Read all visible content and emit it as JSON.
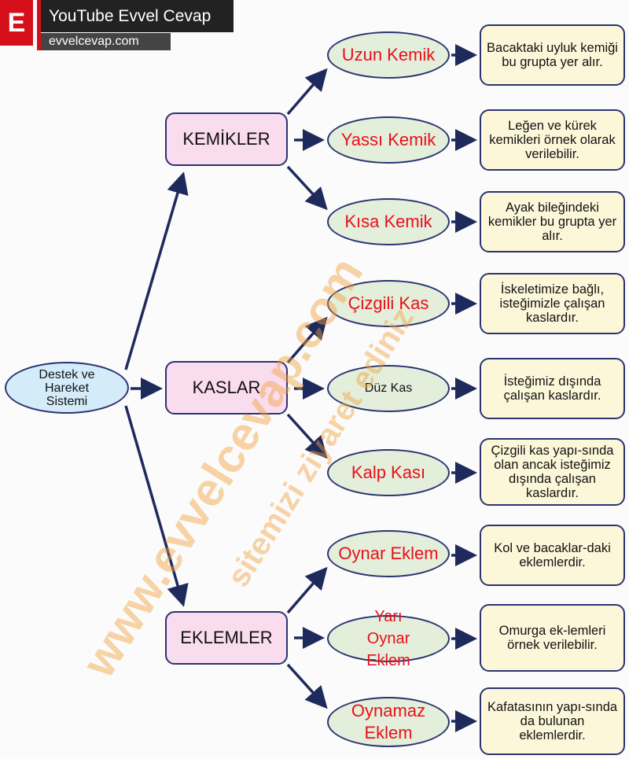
{
  "header": {
    "logo_letter": "E",
    "title": "YouTube Evvel Cevap",
    "site": "evvelcevap.com"
  },
  "watermark": {
    "line1": "www.evvelcevap.com",
    "line2": "sitemizi ziyaret ediniz"
  },
  "root": "Destek ve Hareket Sistemi",
  "categories": [
    {
      "label": "KEMİKLER",
      "items": [
        {
          "name": "Uzun Kemik",
          "desc": "Bacaktaki uyluk kemiği bu grupta yer alır."
        },
        {
          "name": "Yassı Kemik",
          "desc": "Leğen ve kürek kemikleri örnek olarak verilebilir."
        },
        {
          "name": "Kısa Kemik",
          "desc": "Ayak bileğindeki kemikler bu grupta yer alır."
        }
      ]
    },
    {
      "label": "KASLAR",
      "items": [
        {
          "name": "Çizgili Kas",
          "desc": "İskeletimize bağlı, isteğimizle çalışan kaslardır."
        },
        {
          "name": "Düz Kas",
          "desc": "İsteğimiz dışında çalışan kaslardır."
        },
        {
          "name": "Kalp Kası",
          "desc": "Çizgili kas yapı-sında olan ancak isteğimiz dışında çalışan kaslardır."
        }
      ]
    },
    {
      "label": "EKLEMLER",
      "items": [
        {
          "name": "Oynar Eklem",
          "desc": "Kol ve bacaklar-daki eklemlerdir."
        },
        {
          "name": "Yarı Oynar Eklem",
          "desc": "Omurga ek-lemleri örnek verilebilir."
        },
        {
          "name": "Oynamaz Eklem",
          "desc": "Kafatasının yapı-sında da bulunan eklemlerdir."
        }
      ]
    }
  ],
  "colors": {
    "arrow": "#1f2a5c",
    "category_fill": "#fadcef",
    "item_fill": "#e3eedb",
    "desc_fill": "#fdf7da",
    "item_text": "#e8101a"
  }
}
